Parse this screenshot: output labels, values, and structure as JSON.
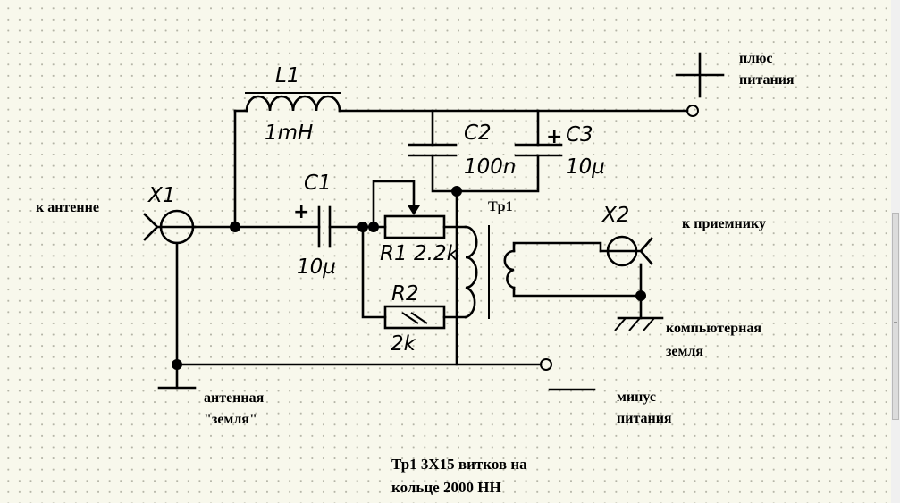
{
  "components": {
    "x1": {
      "name": "X1"
    },
    "x2": {
      "name": "X2"
    },
    "l1": {
      "name": "L1",
      "value": "1mH"
    },
    "c1": {
      "name": "C1",
      "value": "10µ",
      "polarity": "+"
    },
    "c2": {
      "name": "C2",
      "value": "100n"
    },
    "c3": {
      "name": "C3",
      "value": "10µ",
      "polarity": "+"
    },
    "r1": {
      "name": "R1",
      "value": "2.2k"
    },
    "r2": {
      "name": "R2",
      "value": "2k"
    },
    "tr1": {
      "name": "Tp1"
    }
  },
  "labels": {
    "to_antenna": "к антенне",
    "to_receiver": "к приемнику",
    "plus_line1": "плюс",
    "plus_line2": "питания",
    "minus_line1": "минус",
    "minus_line2": "питания",
    "computer_ground_line1": "компьютерная",
    "computer_ground_line2": "земля",
    "antenna_ground_line1": "антенная",
    "antenna_ground_line2": "\"земля\""
  },
  "footnote": {
    "line1": "Тр1 3Х15 витков  на",
    "line2": "кольце 2000 НН"
  }
}
